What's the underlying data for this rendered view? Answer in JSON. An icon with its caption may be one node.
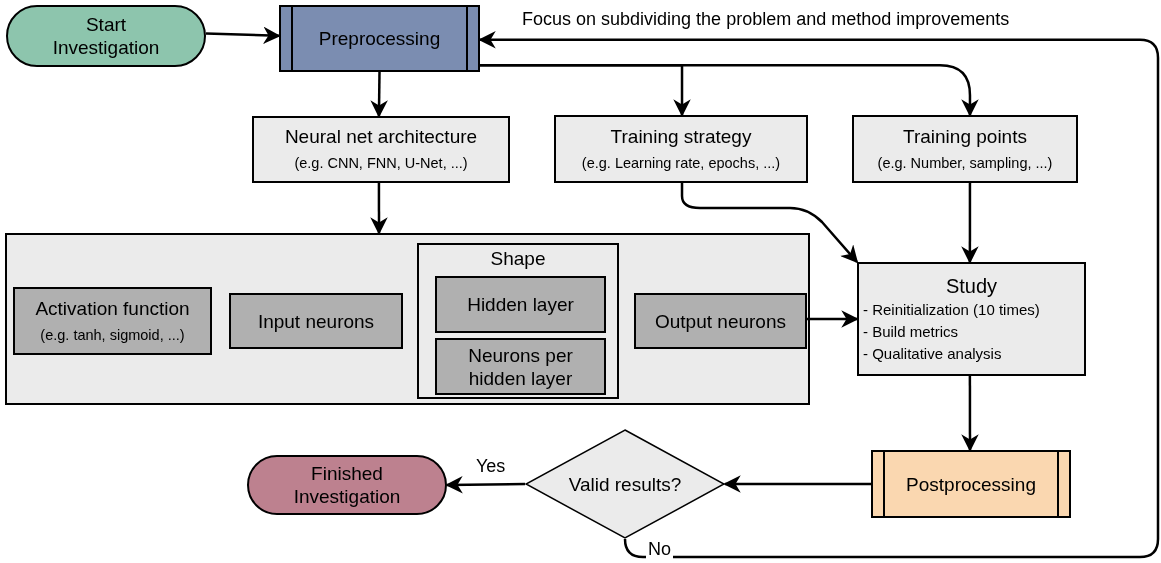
{
  "diagram": {
    "nodes": [
      {
        "text": [
          "Start Investigation"
        ]
      },
      {
        "text": [
          "Preprocessing"
        ]
      },
      {
        "text": [
          "Neural net architecture",
          "(e.g. CNN, FNN, U-Net, ...)"
        ]
      },
      {
        "text": [
          "Training strategy",
          "(e.g. Learning rate, epochs, ...)"
        ]
      },
      {
        "text": [
          "Training points",
          "(e.g. Number, sampling, ...)"
        ]
      },
      {
        "text": [],
        "shape": "box"
      },
      {
        "text": [
          "Activation function",
          "(e.g. tanh, sigmoid, ...)"
        ],
        "in": 5
      },
      {
        "text": [
          "Input neurons"
        ],
        "in": 5
      },
      {
        "text": [
          "Shape"
        ],
        "in": 5
      },
      {
        "text": [
          "Hidden layer"
        ],
        "in": 8
      },
      {
        "text": [
          "Neurons per hidden layer"
        ],
        "in": 8
      },
      {
        "text": [
          "Output neurons"
        ],
        "in": 5
      },
      {
        "text": [
          "Study",
          "- Reinitialization (10 times)",
          "- Build metrics",
          "- Qualitative analysis"
        ]
      },
      {
        "text": [
          "Postprocessing"
        ]
      },
      {
        "text": [
          "Valid results?"
        ]
      },
      {
        "text": [
          "Finished Investigation"
        ]
      }
    ],
    "edges": [
      {
        "from": 0,
        "to": 1,
        "arrow": "to"
      },
      {
        "from": 1,
        "to": 2,
        "arrow": "to"
      },
      {
        "from": 1,
        "to": 3,
        "arrow": "to"
      },
      {
        "from": 1,
        "to": 4,
        "arrow": "to"
      },
      {
        "from": 2,
        "to": 5,
        "arrow": "to"
      },
      {
        "from": 3,
        "to": 12,
        "arrow": "to"
      },
      {
        "from": 4,
        "to": 12,
        "arrow": "to"
      },
      {
        "from": 11,
        "to": 12,
        "arrow": "to"
      },
      {
        "from": 12,
        "to": 13,
        "arrow": "to"
      },
      {
        "from": 13,
        "to": 14,
        "arrow": "to"
      },
      {
        "from": 14,
        "to": 15,
        "arrow": "to",
        "label": "Yes"
      },
      {
        "from": 14,
        "to": 1,
        "arrow": "to",
        "label": "No"
      }
    ],
    "labels": [
      "Focus on subdividing the problem and method improvements"
    ]
  }
}
